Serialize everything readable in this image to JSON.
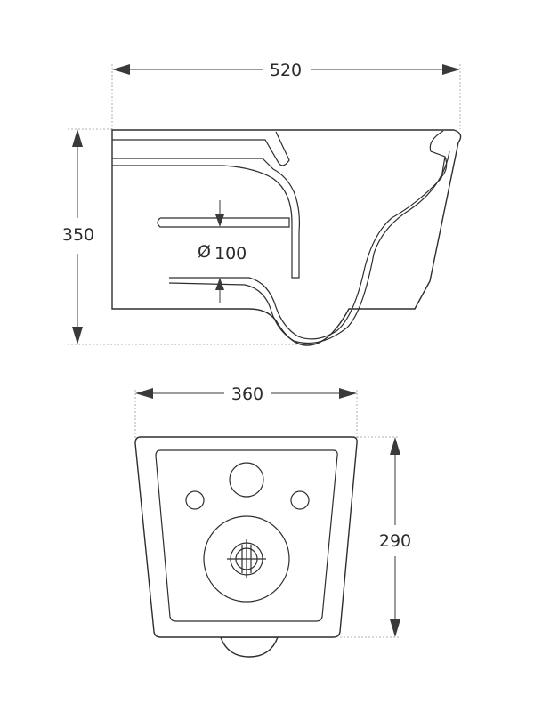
{
  "side_view": {
    "width_label": "520",
    "height_label": "350",
    "pipe_diameter_label": "100",
    "diameter_symbol": "Ø"
  },
  "top_view": {
    "width_label": "360",
    "depth_label": "290"
  }
}
